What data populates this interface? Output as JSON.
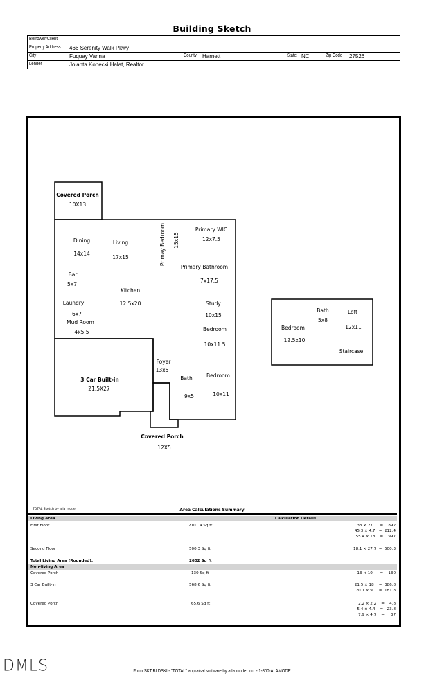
{
  "title": "Building Sketch",
  "header": {
    "borrower_label": "Borrower/Client",
    "borrower_value": "",
    "address_label": "Property Address",
    "address_value": "466 Serenity Walk Pkwy",
    "city_label": "City",
    "city_value": "Fuquay Varina",
    "county_label": "County",
    "county_value": "Harnett",
    "state_label": "State",
    "state_value": "NC",
    "zip_label": "Zip Code",
    "zip_value": "27526",
    "lender_label": "Lender",
    "lender_value": "Jolanta Konecki Halat, Realtor"
  },
  "sketch": {
    "rooms": [
      {
        "name": "Covered Porch",
        "size": "10X13"
      },
      {
        "name": "Dining",
        "size": "14x14"
      },
      {
        "name": "Living",
        "size": "17x15"
      },
      {
        "name": "Primay Bedroom",
        "size": "15x15"
      },
      {
        "name": "Primary WIC",
        "size": "12x7.5"
      },
      {
        "name": "Primary Bathroom",
        "size": "7x17.5"
      },
      {
        "name": "Bar",
        "size": "5x7"
      },
      {
        "name": "Kitchen",
        "size": "12.5x20"
      },
      {
        "name": "Laundry",
        "size": "6x7"
      },
      {
        "name": "Mud Room",
        "size": "4x5.5"
      },
      {
        "name": "Study",
        "size": "10x15"
      },
      {
        "name": "Bedroom",
        "size": "10x11.5"
      },
      {
        "name": "3 Car Built-in",
        "size": "21.5X27"
      },
      {
        "name": "Foyer",
        "size": "13x5"
      },
      {
        "name": "Bath",
        "size": "9x5"
      },
      {
        "name": "Bedroom",
        "size": "10x11"
      },
      {
        "name": "Covered Porch",
        "size": "12X5"
      },
      {
        "name": "Bedroom",
        "size": "12.5x10"
      },
      {
        "name": "Bath",
        "size": "5x8"
      },
      {
        "name": "Loft",
        "size": "12x11"
      },
      {
        "name": "Staircase",
        "size": ""
      }
    ]
  },
  "summary": {
    "credit": "TOTAL Sketch by a la mode",
    "title": "Area Calculations Summary",
    "living_area_label": "Living Area",
    "calc_details_label": "Calculation Details",
    "living": [
      {
        "name": "First Floor",
        "area": "2101.4 Sq ft",
        "calcs": [
          "33 × 27      =    892",
          "45.3 × 4.7   =  212.4",
          "55.4 × 18    =    997"
        ]
      },
      {
        "name": "Second Floor",
        "area": "500.3 Sq ft",
        "calcs": [
          "18.1 × 27.7  =  500.3"
        ]
      }
    ],
    "total_label": "Total Living Area (Rounded):",
    "total_value": "2602 Sq ft",
    "nonliving_label": "Non-living Area",
    "nonliving": [
      {
        "name": "Covered Porch",
        "area": "130 Sq ft",
        "calcs": [
          "13 × 10      =    130"
        ]
      },
      {
        "name": "3 Car Built-in",
        "area": "568.6 Sq ft",
        "calcs": [
          "21.5 × 18    =  386.8",
          "20.1 × 9     =  181.8"
        ]
      },
      {
        "name": "Covered Porch",
        "area": "65.6 Sq ft",
        "calcs": [
          "2.2 × 2.2    =    4.8",
          "5.4 × 4.4    =   23.8",
          "7.9 × 4.7    =     37"
        ]
      }
    ]
  },
  "footer": {
    "logo": "DMLS",
    "form_text": "Form SKT.BLDSKI - \"TOTAL\" appraisal software by a la mode, inc. - 1-800-ALAMODE"
  }
}
